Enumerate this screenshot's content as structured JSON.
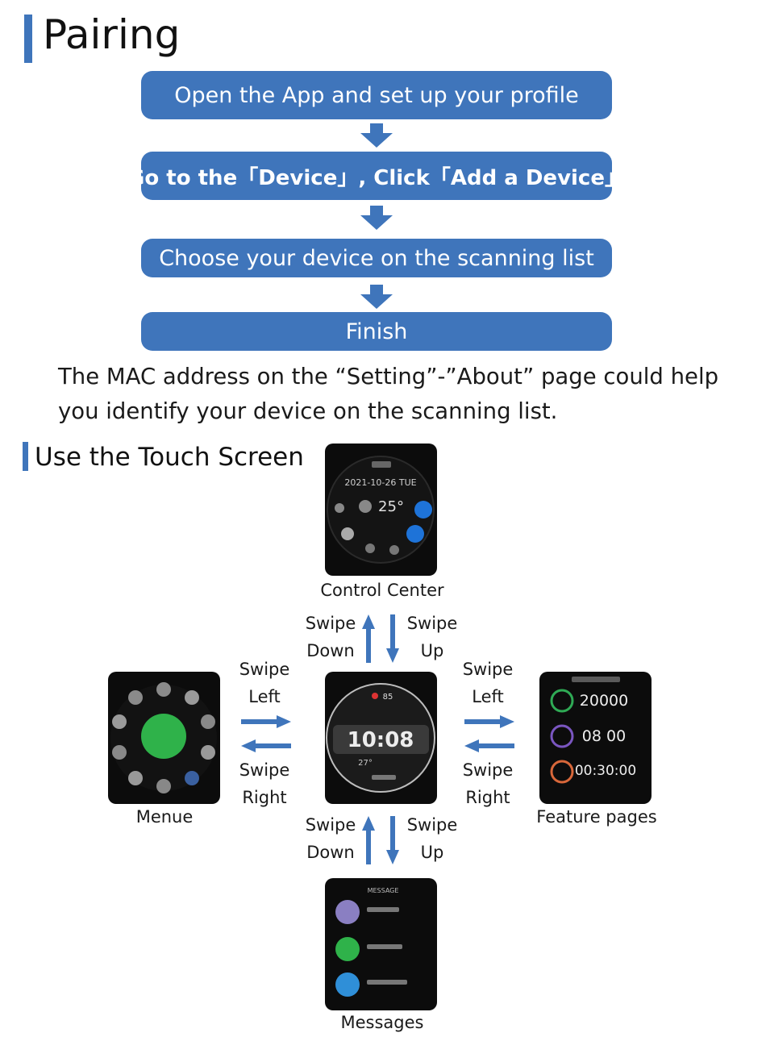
{
  "pairing": {
    "title": "Pairing",
    "steps": [
      "Open the App and set up your profile",
      "Go to the「Device」, Click「Add a Device」",
      "Choose your device on the scanning list",
      "Finish"
    ],
    "note_line1": "The MAC address on the “Setting”-”About” page could help",
    "note_line2": "you identify your device on the scanning list."
  },
  "touch": {
    "title": "Use the Touch Screen",
    "captions": {
      "control_center": "Control Center",
      "menu": "Menue",
      "feature_pages": "Feature pages",
      "messages": "Messages"
    },
    "gestures": {
      "swipe": "Swipe",
      "down": "Down",
      "up": "Up",
      "left": "Left",
      "right": "Right"
    },
    "screens": {
      "control_center": {
        "date": "2021-10-26 TUE",
        "temp": "25°"
      },
      "home": {
        "top": "85",
        "time": "10:08",
        "temp": "27°"
      },
      "feature": {
        "steps": "20000",
        "clock": "08 00",
        "timer": "00:30:00"
      },
      "messages": {
        "header": "MESSAGE"
      }
    },
    "colors": {
      "accent": "#3f75bb",
      "watch_bg": "#0c0c0c"
    }
  }
}
